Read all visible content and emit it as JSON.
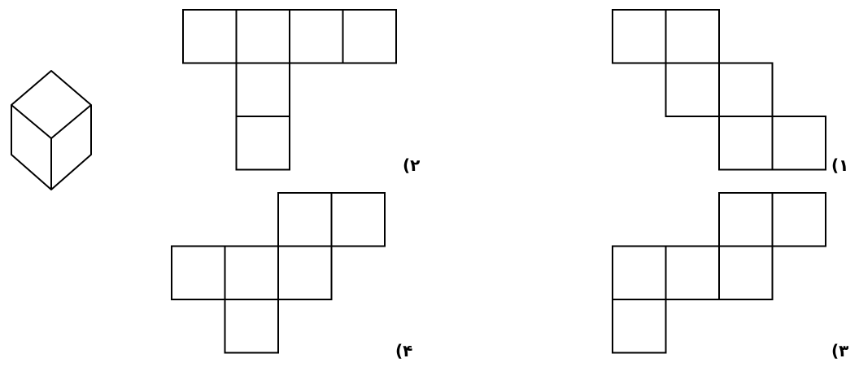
{
  "options": [
    {
      "id": "net-1",
      "label": "(۱"
    },
    {
      "id": "net-2",
      "label": "(۲"
    },
    {
      "id": "net-3",
      "label": "(۳"
    },
    {
      "id": "net-4",
      "label": "(۴"
    }
  ]
}
